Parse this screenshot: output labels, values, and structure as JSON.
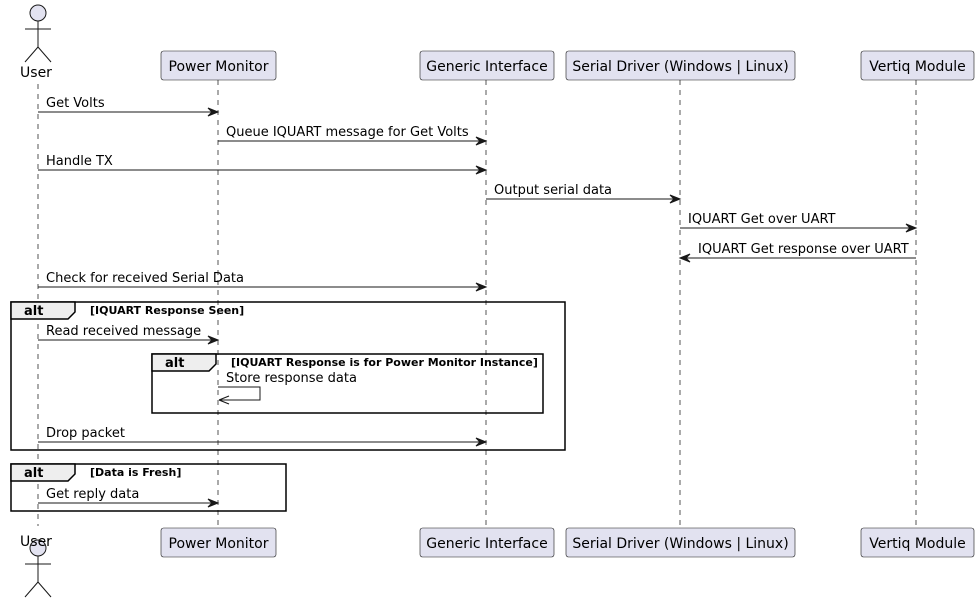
{
  "colors": {
    "participant_fill": "#E2E2F0",
    "participant_stroke": "#181818",
    "lifeline": "#555555",
    "arrow": "#181818",
    "frame_tab_fill": "#EEEEEE"
  },
  "participants": [
    {
      "id": "user",
      "label": "User",
      "kind": "actor"
    },
    {
      "id": "pm",
      "label": "Power Monitor",
      "kind": "box"
    },
    {
      "id": "gi",
      "label": "Generic Interface",
      "kind": "box"
    },
    {
      "id": "sd",
      "label": "Serial Driver (Windows | Linux)",
      "kind": "box"
    },
    {
      "id": "vm",
      "label": "Vertiq Module",
      "kind": "box"
    }
  ],
  "messages": [
    {
      "from": "user",
      "to": "pm",
      "label": "Get Volts"
    },
    {
      "from": "pm",
      "to": "gi",
      "label": "Queue IQUART message for Get Volts"
    },
    {
      "from": "user",
      "to": "gi",
      "label": "Handle TX"
    },
    {
      "from": "gi",
      "to": "sd",
      "label": "Output serial data"
    },
    {
      "from": "sd",
      "to": "vm",
      "label": "IQUART Get over UART"
    },
    {
      "from": "vm",
      "to": "sd",
      "label": "IQUART Get response over UART"
    },
    {
      "from": "user",
      "to": "gi",
      "label": "Check for received Serial Data"
    },
    {
      "from": "user",
      "to": "pm",
      "label": "Read received message"
    },
    {
      "from": "pm",
      "to": "pm",
      "label": "Store response data"
    },
    {
      "from": "user",
      "to": "gi",
      "label": "Drop packet"
    },
    {
      "from": "user",
      "to": "pm",
      "label": "Get reply data"
    }
  ],
  "frames": [
    {
      "keyword": "alt",
      "condition": "[IQUART Response Seen]"
    },
    {
      "keyword": "alt",
      "condition": "[IQUART Response is for Power Monitor Instance]"
    },
    {
      "keyword": "alt",
      "condition": "[Data is Fresh]"
    }
  ]
}
